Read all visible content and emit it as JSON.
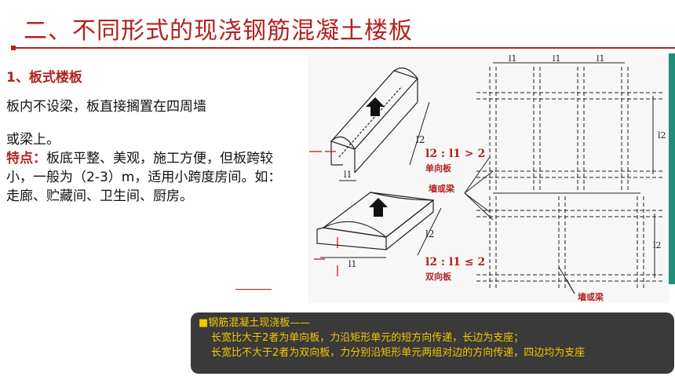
{
  "title": "二、不同形式的现浇钢筋混凝土楼板",
  "section_heading": "1、板式楼板",
  "body": {
    "line1": "板内不设梁，板直接搁置在四周墙",
    "line2": "或梁上。",
    "feature_label": "特点：",
    "feature_text": "板底平整、美观，施工方便，但板跨较小，一般为（2-3）m，适用小跨度房间。如：走廊、贮藏间、卫生间、厨房。"
  },
  "diagram": {
    "one_way_ratio": "l2 : l1 > 2",
    "one_way_label": "单向板",
    "two_way_ratio": "l2 : l1 ≤ 2",
    "two_way_label": "双向板",
    "wall_or_beam_1": "墙或梁",
    "wall_or_beam_2": "墙或梁",
    "l1": "l1",
    "l2": "l2"
  },
  "note": {
    "title": "■钢筋混凝土现浇板——",
    "line1": "长宽比大于2者为单向板，力沿矩形单元的短方向传递，长边为支座；",
    "line2": "长宽比不大于2者为双向板，力分别沿矩形单元两组对边的方向传递，四边均为支座"
  },
  "colors": {
    "accent": "#b22222",
    "teal": "#1f8f7a",
    "note_bg": "#3a3a3a",
    "note_text": "#f5c800"
  }
}
